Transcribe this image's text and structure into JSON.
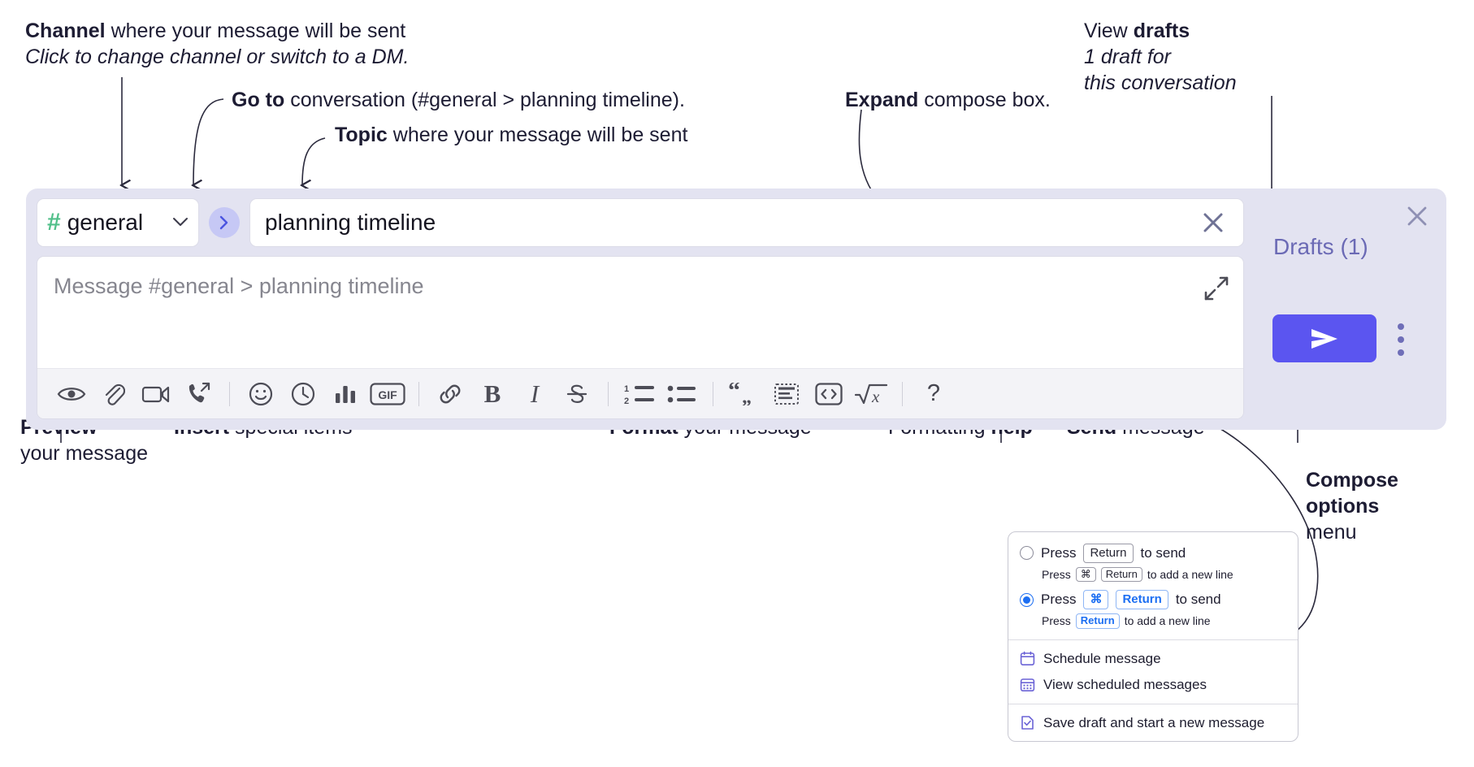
{
  "annotations": {
    "channel": {
      "bold": "Channel",
      "rest": " where your message will be sent",
      "italic": "Click to change channel or switch to a DM."
    },
    "goto": {
      "bold": "Go to",
      "rest": " conversation (#general > planning timeline)."
    },
    "topic": {
      "bold": "Topic",
      "rest": " where your message will be sent"
    },
    "expand": {
      "bold": "Expand",
      "rest": " compose box."
    },
    "drafts": {
      "plain": "View ",
      "bold": "drafts",
      "italic1": "1 draft for",
      "italic2": "this conversation"
    },
    "preview": {
      "bold": "Preview",
      "rest": "your message"
    },
    "insert": {
      "bold": "Insert",
      "rest": " special items"
    },
    "format": {
      "bold": "Format",
      "rest": " your message"
    },
    "formatting_help": {
      "plain": "Formatting ",
      "bold": "help"
    },
    "send": {
      "bold": "Send",
      "rest": " message"
    },
    "compose_options": {
      "bold1": "Compose",
      "bold2": "options",
      "rest": "menu"
    }
  },
  "compose": {
    "channel_name": "general",
    "hash_symbol": "#",
    "topic_value": "planning timeline",
    "message_placeholder": "Message #general > planning timeline",
    "drafts_label": "Drafts (1)",
    "toolbar": [
      {
        "name": "preview-icon",
        "label": "Preview"
      },
      {
        "name": "attachment-icon",
        "label": "Attach file"
      },
      {
        "name": "video-icon",
        "label": "Record video clip"
      },
      {
        "name": "audio-call-icon",
        "label": "Record audio clip"
      },
      {
        "name": "separator",
        "label": ""
      },
      {
        "name": "emoji-icon",
        "label": "Emoji"
      },
      {
        "name": "clock-icon",
        "label": "Schedule"
      },
      {
        "name": "poll-icon",
        "label": "Poll"
      },
      {
        "name": "gif-icon",
        "label": "GIF"
      },
      {
        "name": "separator",
        "label": ""
      },
      {
        "name": "link-icon",
        "label": "Link"
      },
      {
        "name": "bold-icon",
        "label": "B"
      },
      {
        "name": "italic-icon",
        "label": "I"
      },
      {
        "name": "strikethrough-icon",
        "label": "Strikethrough"
      },
      {
        "name": "separator",
        "label": ""
      },
      {
        "name": "ordered-list-icon",
        "label": "Ordered list"
      },
      {
        "name": "bulleted-list-icon",
        "label": "Bulleted list"
      },
      {
        "name": "separator",
        "label": ""
      },
      {
        "name": "blockquote-icon",
        "label": "Blockquote"
      },
      {
        "name": "code-block-icon",
        "label": "Code block"
      },
      {
        "name": "code-icon",
        "label": "Code"
      },
      {
        "name": "math-icon",
        "label": "Math"
      },
      {
        "name": "separator",
        "label": ""
      },
      {
        "name": "help-icon",
        "label": "?"
      }
    ]
  },
  "options_menu": {
    "option1": {
      "selected": false,
      "press": "Press",
      "key": "Return",
      "to_send": "to send",
      "sub_press": "Press",
      "sub_key1": "⌘",
      "sub_key2": "Return",
      "sub_rest": "to add a new line"
    },
    "option2": {
      "selected": true,
      "press": "Press",
      "key1": "⌘",
      "key2": "Return",
      "to_send": "to send",
      "sub_press": "Press",
      "sub_key": "Return",
      "sub_rest": "to add a new line"
    },
    "items": [
      {
        "icon": "calendar-icon",
        "label": "Schedule message"
      },
      {
        "icon": "calendar-grid-icon",
        "label": "View scheduled messages"
      },
      {
        "icon": "save-draft-icon",
        "label": "Save draft and start a new message"
      }
    ]
  },
  "colors": {
    "compose_bg": "#e3e3f1",
    "accent_send": "#5b55f0",
    "hash_green": "#52c08a",
    "drafts_purple": "#6b6ab5",
    "radio_blue": "#1c6ef2",
    "menu_icon_purple": "#6b63d6"
  }
}
